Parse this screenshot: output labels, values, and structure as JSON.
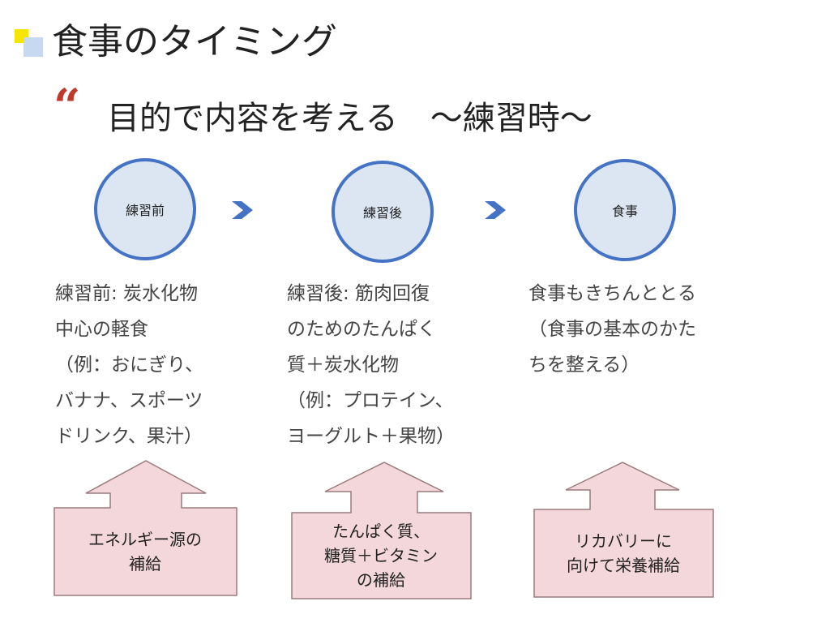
{
  "title": "食事のタイミング",
  "subtitle": "目的で内容を考える　～練習時～",
  "quote_mark": "“",
  "colors": {
    "circle_fill": "#dce6f2",
    "circle_border": "#4472c4",
    "callout_fill": "#f3d7da",
    "callout_border": "#9a7c7e",
    "quote": "#c0392b",
    "bullet_yellow": "#f5e600",
    "bullet_blue": "#c6d9f1"
  },
  "steps": [
    {
      "label": "練習前",
      "desc": "練習前: 炭水化物\n中心の軽食\n（例：おにぎり、\nバナナ、スポーツ\nドリンク、果汁）",
      "callout": "エネルギー源の\n補給"
    },
    {
      "label": "練習後",
      "desc": "練習後: 筋肉回復\nのためのたんぱく\n質＋炭水化物\n（例：プロテイン、\nヨーグルト＋果物）",
      "callout": "たんぱく質、\n糖質＋ビタミン\nの補給"
    },
    {
      "label": "食事",
      "desc": "食事もきちんととる\n（食事の基本のかた\nちを整える）",
      "callout": "リカバリーに\n向けて栄養補給"
    }
  ],
  "icons": {
    "arrow": "chevron-right-icon",
    "bullet": "square-bullet-icon",
    "quote": "quote-icon"
  }
}
